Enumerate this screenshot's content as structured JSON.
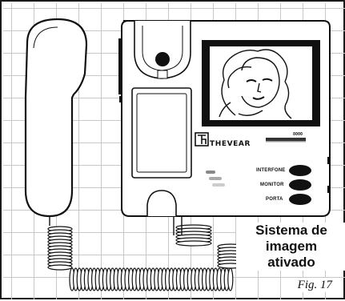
{
  "device": {
    "brand": "THEVEAR",
    "model": "8000",
    "buttons": [
      {
        "label": "INTERFONE"
      },
      {
        "label": "MONITOR"
      },
      {
        "label": "PORTA"
      }
    ]
  },
  "caption": {
    "line1": "Sistema de",
    "line2": "imagem",
    "line3": "ativado"
  },
  "figure_label": "Fig. 17"
}
